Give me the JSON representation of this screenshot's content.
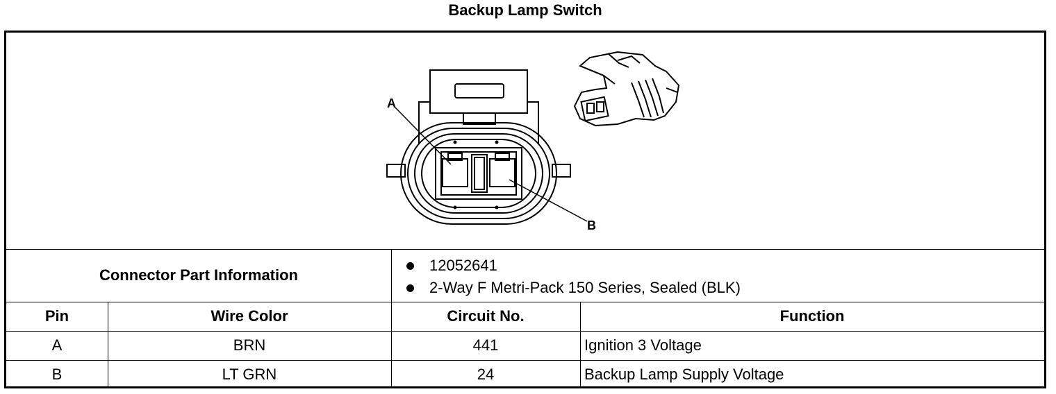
{
  "title": "Backup Lamp Switch",
  "diagram": {
    "label_a": "A",
    "label_b": "B",
    "front_view": "connector-front-view",
    "iso_view": "connector-isometric-view"
  },
  "connector_info": {
    "label": "Connector Part Information",
    "items": [
      "12052641",
      "2-Way F Metri-Pack 150 Series, Sealed (BLK)"
    ]
  },
  "table": {
    "headers": [
      "Pin",
      "Wire Color",
      "Circuit No.",
      "Function"
    ],
    "rows": [
      [
        "A",
        "BRN",
        "441",
        "Ignition 3 Voltage"
      ],
      [
        "B",
        "LT GRN",
        "24",
        "Backup Lamp Supply Voltage"
      ]
    ]
  }
}
